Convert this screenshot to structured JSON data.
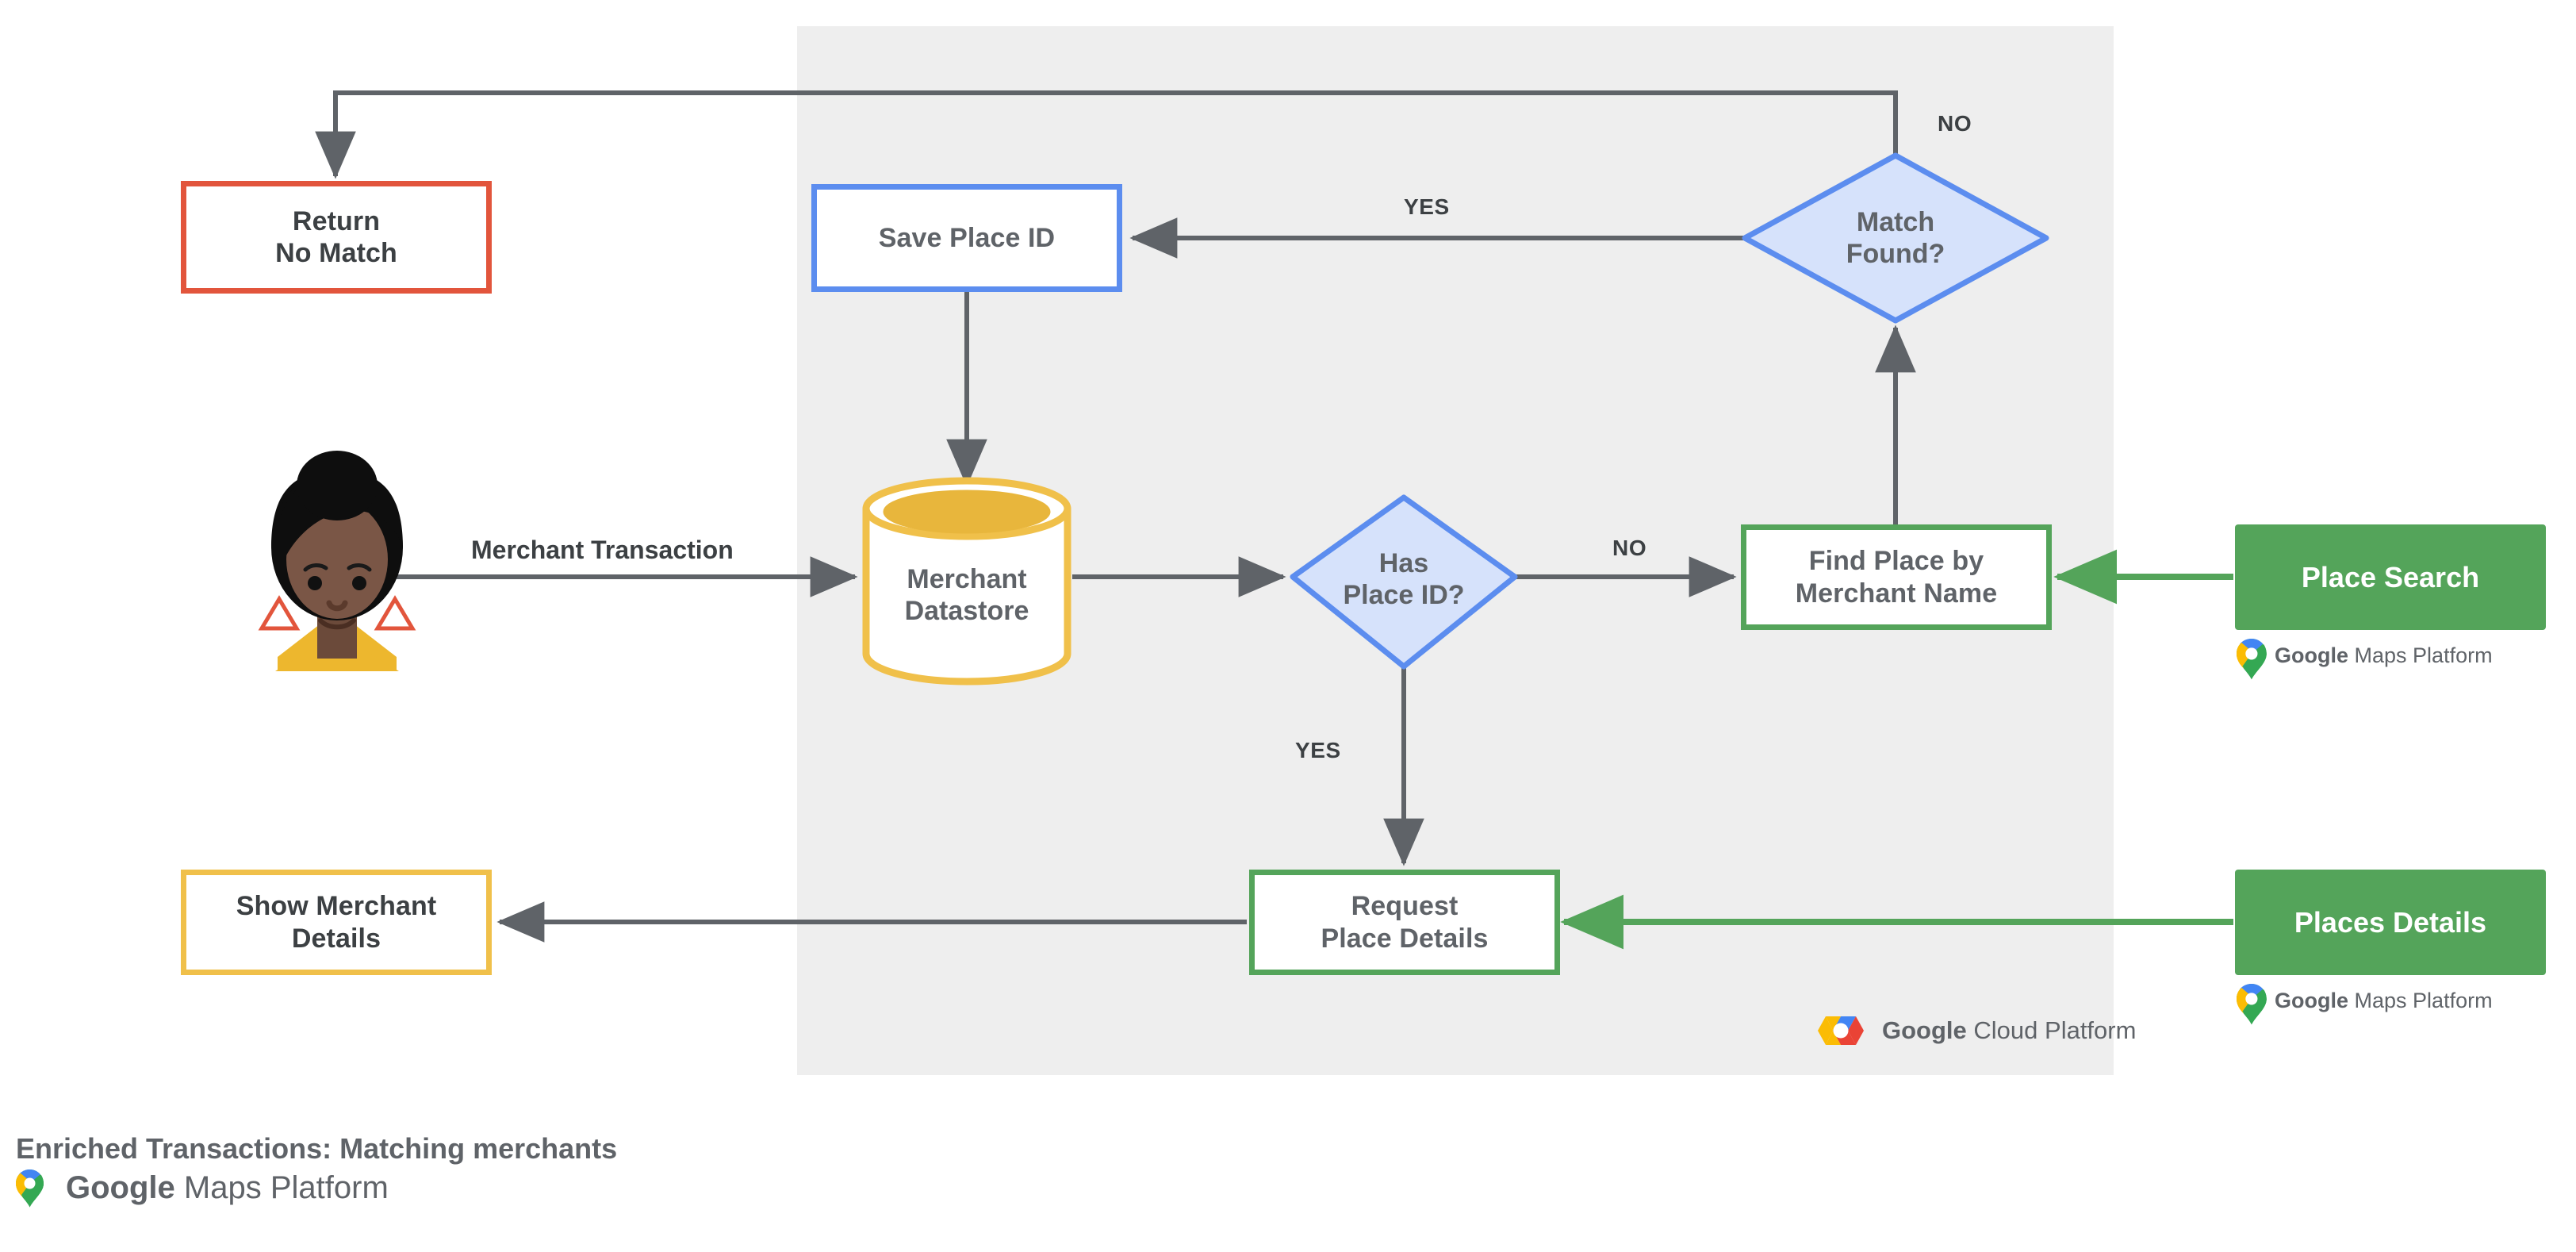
{
  "panel": {
    "name": "google-cloud-platform-region"
  },
  "nodes": {
    "return_no_match": "Return\nNo Match",
    "return_no_match_line1": "Return",
    "return_no_match_line2": "No Match",
    "save_place_id": "Save Place ID",
    "match_found_line1": "Match",
    "match_found_line2": "Found?",
    "merchant_datastore_line1": "Merchant",
    "merchant_datastore_line2": "Datastore",
    "has_place_id_line1": "Has",
    "has_place_id_line2": "Place ID?",
    "find_place_line1": "Find Place by",
    "find_place_line2": "Merchant Name",
    "request_place_details_line1": "Request",
    "request_place_details_line2": "Place Details",
    "show_merchant_details_line1": "Show Merchant",
    "show_merchant_details_line2": "Details"
  },
  "buttons": {
    "place_search": "Place Search",
    "places_details": "Places Details"
  },
  "edge_labels": {
    "merchant_transaction": "Merchant Transaction",
    "yes_match_found": "YES",
    "no_match_found": "NO",
    "no_has_place_id": "NO",
    "yes_has_place_id": "YES"
  },
  "logos": {
    "gmp_google": "Google",
    "gmp_suffix": "Maps Platform",
    "gcp_google": "Google",
    "gcp_suffix": "Cloud Platform"
  },
  "caption": {
    "title": "Enriched Transactions: Matching merchants"
  },
  "colors": {
    "red": "#E2553C",
    "blue": "#5C8DEF",
    "blue_fill": "#D6E2FB",
    "green": "#54A45A",
    "amber": "#F0C04A",
    "panel": "#EEEEEE",
    "arrow": "#5F6368",
    "text": "#5F6368"
  },
  "icons": {
    "person": "person-avatar-icon",
    "datastore": "database-cylinder-icon",
    "maps_pin": "google-maps-pin-icon",
    "cloud_hex": "google-cloud-hexagon-icon"
  }
}
